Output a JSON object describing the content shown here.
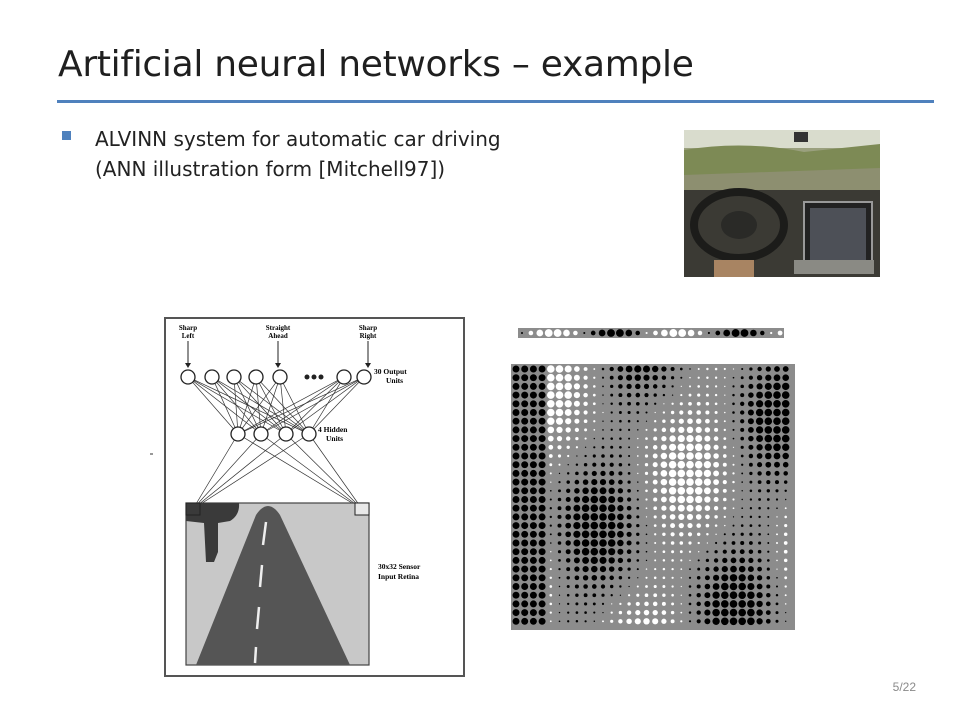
{
  "slide": {
    "title": "Artificial neural networks – example",
    "bullet": {
      "line1": "ALVINN system for automatic car driving",
      "line2": "(ANN illustration form [Mitchell97])"
    },
    "page_number": "5/22"
  },
  "network_diagram": {
    "output_labels": {
      "sharp_left": [
        "Sharp",
        "Left"
      ],
      "straight_ahead": [
        "Straight",
        "Ahead"
      ],
      "sharp_right": [
        "Sharp",
        "Right"
      ]
    },
    "output_units_label": [
      "30 Output",
      "Units"
    ],
    "hidden_units_label": [
      "4 Hidden",
      "Units"
    ],
    "sensor_label": [
      "30x32 Sensor",
      "Input Retina"
    ]
  },
  "colors": {
    "accent": "#4f81bd",
    "road": "#555555",
    "retina_bg": "#c8c8c8",
    "weight_bg": "#8c8c8c"
  }
}
